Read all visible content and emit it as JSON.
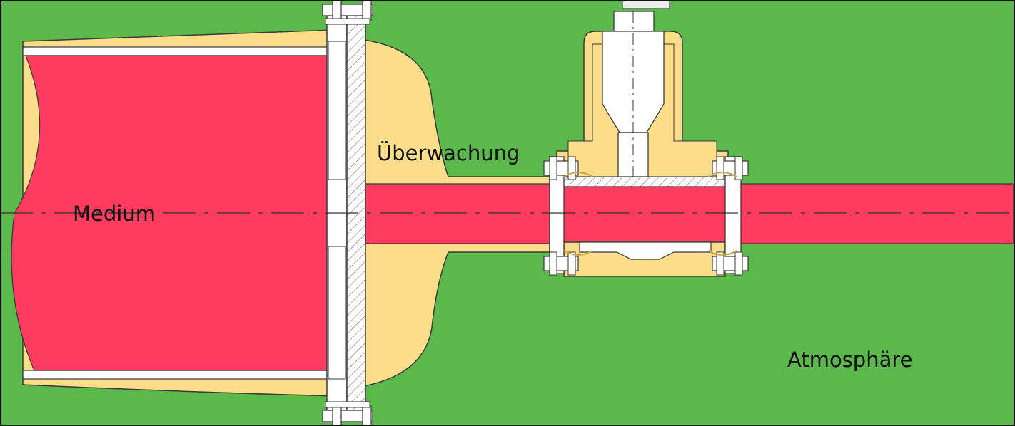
{
  "labels": {
    "medium": "Medium",
    "monitoring": "Überwachung",
    "atmosphere": "Atmosphäre"
  },
  "colors": {
    "atmosphere": "#5BB84A",
    "medium": "#FF3B60",
    "monitoring": "#FCDD8A",
    "steel": "#FFFFFF",
    "line": "#3A3A3A",
    "border": "#111111"
  }
}
